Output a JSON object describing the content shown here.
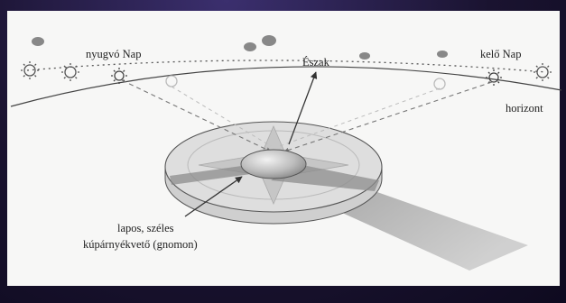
{
  "labels": {
    "setting_sun": "nyugvó Nap",
    "rising_sun": "kelő Nap",
    "north": "Észak",
    "horizon": "horizont",
    "gnomon_line1": "lapos, széles",
    "gnomon_line2": "kúpárnyékvető (gnomon)"
  },
  "icons": {
    "sun": "sun-icon",
    "cloud": "cloud-icon",
    "arrow": "arrow-icon"
  },
  "colors": {
    "background": "#1a1330",
    "paper": "#f7f7f6",
    "disc": "#dcdcdc",
    "shadow": "#9a9a9a",
    "line": "#333333"
  }
}
